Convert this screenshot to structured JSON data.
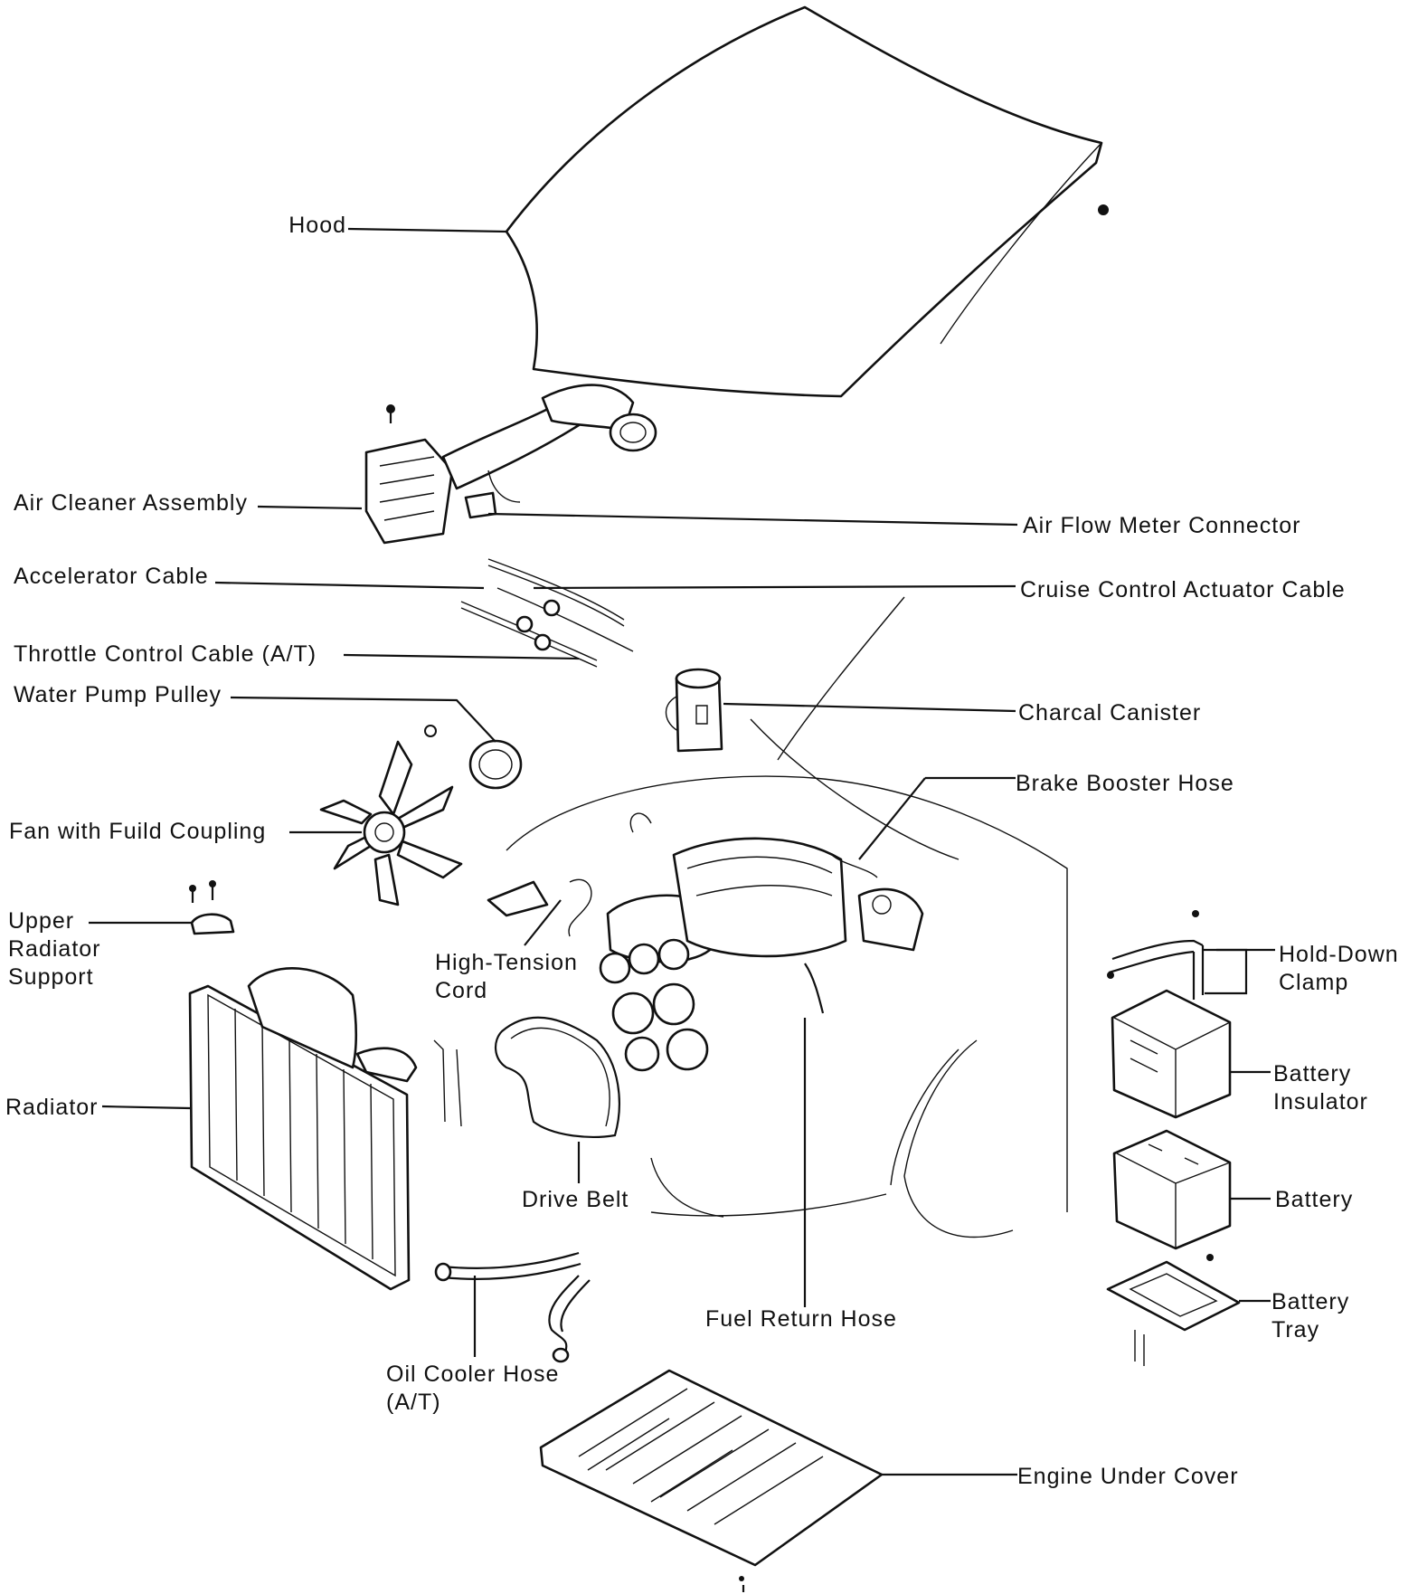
{
  "labels": {
    "hood": "Hood",
    "air_cleaner_assembly": "Air Cleaner Assembly",
    "air_flow_meter_connector": "Air Flow Meter Connector",
    "accelerator_cable": "Accelerator Cable",
    "cruise_control_actuator_cable": "Cruise Control Actuator Cable",
    "throttle_control_cable": "Throttle Control Cable (A/T)",
    "water_pump_pulley": "Water Pump Pulley",
    "charcal_canister": "Charcal Canister",
    "brake_booster_hose": "Brake Booster Hose",
    "fan_with_fuild_coupling": "Fan with Fuild Coupling",
    "upper_radiator_support": [
      "Upper",
      "Radiator",
      "Support"
    ],
    "high_tension_cord": [
      "High-Tension",
      "Cord"
    ],
    "hold_down_clamp": [
      "Hold-Down",
      "Clamp"
    ],
    "radiator": "Radiator",
    "battery_insulator": [
      "Battery",
      "Insulator"
    ],
    "drive_belt": "Drive Belt",
    "battery": "Battery",
    "battery_tray": [
      "Battery",
      "Tray"
    ],
    "fuel_return_hose": "Fuel Return Hose",
    "oil_cooler_hose": [
      "Oil Cooler Hose",
      "(A/T)"
    ],
    "engine_under_cover": "Engine Under Cover"
  }
}
